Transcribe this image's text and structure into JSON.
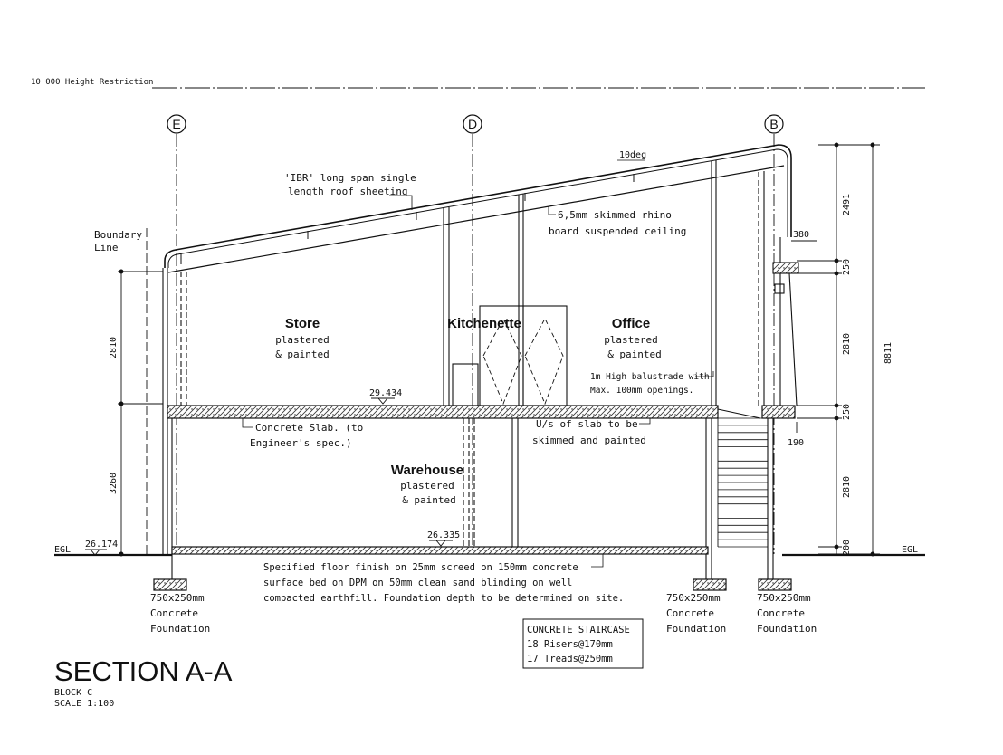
{
  "height_restriction": "10 000 Height Restriction",
  "grid_labels": [
    "E",
    "D",
    "B"
  ],
  "roof_angle": "10deg",
  "roof_note": [
    "'IBR' long span single",
    "length roof sheeting"
  ],
  "ceiling_note": [
    "6,5mm skimmed rhino",
    "board suspended ceiling"
  ],
  "boundary_note": [
    "Boundary",
    "Line"
  ],
  "rooms": {
    "store": {
      "name": "Store",
      "finish": [
        "plastered",
        "& painted"
      ]
    },
    "kitchenette": {
      "name": "Kitchenette"
    },
    "office": {
      "name": "Office",
      "finish": [
        "plastered",
        "& painted"
      ]
    },
    "warehouse": {
      "name": "Warehouse",
      "finish": [
        "plastered",
        "& painted"
      ]
    }
  },
  "balustrade_note": [
    "1m High balustrade with",
    "Max. 100mm openings."
  ],
  "slab_note": [
    "Concrete Slab. (to",
    "Engineer's spec.)"
  ],
  "slab_underside_note": [
    "U/s of slab to be",
    "skimmed and painted"
  ],
  "levels": {
    "first_floor": "29.434",
    "ground_floor": "26.335",
    "ngl": "26.174"
  },
  "ground_label": "EGL",
  "floor_note": [
    "Specified floor finish on 25mm screed on 150mm concrete",
    "surface bed on DPM on 50mm clean sand blinding on well",
    "compacted earthfill. Foundation depth to be determined on site."
  ],
  "foundation_note": [
    "750x250mm",
    "Concrete",
    "Foundation"
  ],
  "staircase_note": [
    "CONCRETE STAIRCASE",
    "18 Risers@170mm",
    "17 Treads@250mm"
  ],
  "dims_left": [
    "2810",
    "3260"
  ],
  "dims_right": [
    "2491",
    "250",
    "2810",
    "250",
    "2810",
    "200"
  ],
  "dim_overall": "8811",
  "dim_380": "380",
  "dim_190": "190",
  "title": "SECTION A-A",
  "block": "BLOCK C",
  "scale": "SCALE 1:100"
}
